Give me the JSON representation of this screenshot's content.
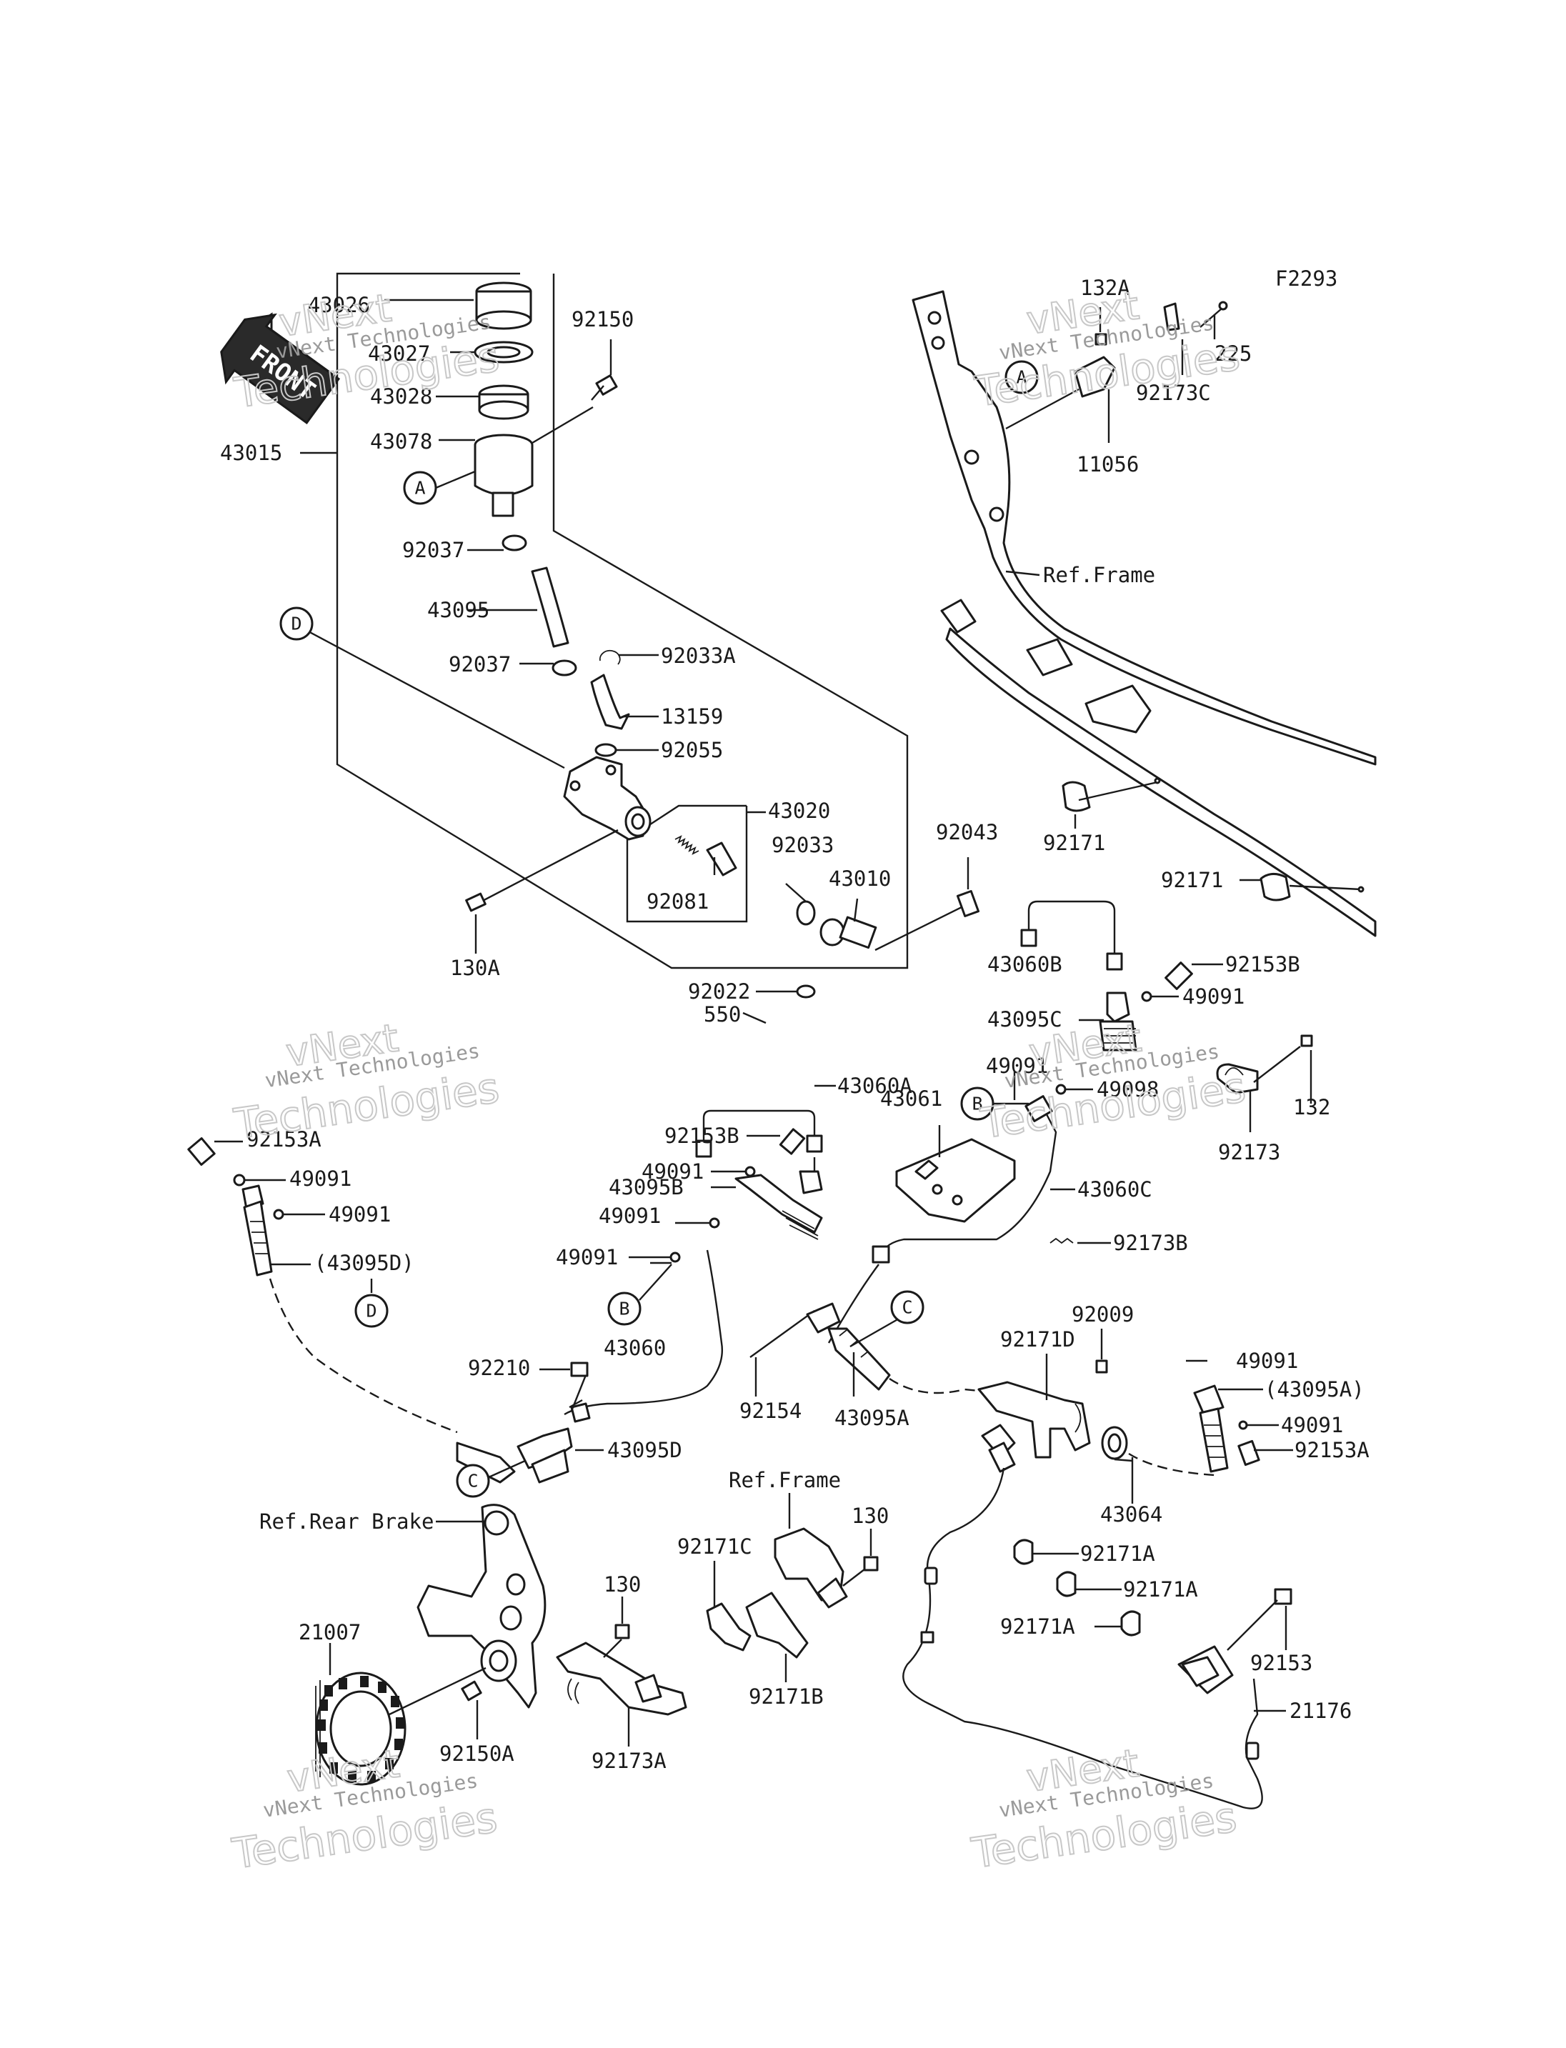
{
  "figure_code": "F2293",
  "front_badge": "FRONT",
  "watermark": {
    "line1": "vNext",
    "line2": "vNext Technologies",
    "line3": "Technologies"
  },
  "labels": {
    "p43026": "43026",
    "p43027": "43027",
    "p43028": "43028",
    "p43078": "43078",
    "p43015": "43015",
    "p92150": "92150",
    "p92037a": "92037",
    "p43095": "43095",
    "p92037b": "92037",
    "p92033A": "92033A",
    "p13159": "13159",
    "p92055": "92055",
    "p43020": "43020",
    "p92033": "92033",
    "p43010": "43010",
    "p92081": "92081",
    "p92043": "92043",
    "p130A": "130A",
    "p92022": "92022",
    "p550": "550",
    "p132A": "132A",
    "p225": "225",
    "p92173C": "92173C",
    "p11056": "11056",
    "pRefFrame1": "Ref.Frame",
    "p92171a": "92171",
    "p92171b": "92171",
    "p43060B": "43060B",
    "p92153B_r": "92153B",
    "p43095C": "43095C",
    "p49091_r1": "49091",
    "p49091_r2": "49091",
    "p49098": "49098",
    "p132": "132",
    "p92173": "92173",
    "p43061": "43061",
    "p43060C": "43060C",
    "p92173B": "92173B",
    "p43060A": "43060A",
    "p92153B_m": "92153B",
    "p49091_m1": "49091",
    "p43095B": "43095B",
    "p49091_m2": "49091",
    "p49091_m3": "49091",
    "p43060": "43060",
    "p92153A_l": "92153A",
    "p49091_l1": "49091",
    "p49091_l2": "49091",
    "p43095D_paren": "(43095D)",
    "p92210": "92210",
    "p43095D": "43095D",
    "p92154": "92154",
    "p43095A": "43095A",
    "p92009": "92009",
    "p92171D": "92171D",
    "p49091_rr1": "49091",
    "p43095A_paren": "(43095A)",
    "p49091_rr2": "49091",
    "p92153A_r": "92153A",
    "p43064": "43064",
    "pRefRearBrake": "Ref.Rear Brake",
    "p21007": "21007",
    "p130_m": "130",
    "p92150A": "92150A",
    "p92173A": "92173A",
    "pRefFrame2": "Ref.Frame",
    "p130_r": "130",
    "p92171C": "92171C",
    "p92171B": "92171B",
    "p92171A_1": "92171A",
    "p92171A_2": "92171A",
    "p92171A_3": "92171A",
    "p92153": "92153",
    "p21176": "21176"
  },
  "callouts": {
    "A1": "A",
    "A2": "A",
    "B1": "B",
    "B2": "B",
    "C1": "C",
    "C2": "C",
    "D1": "D",
    "D2": "D"
  }
}
